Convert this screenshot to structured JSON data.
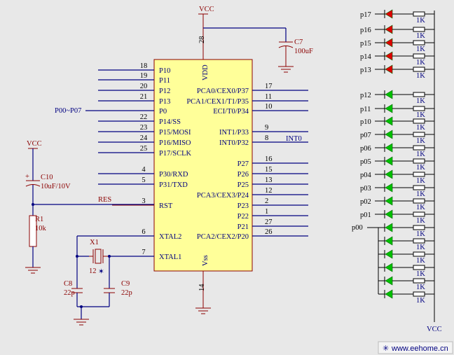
{
  "chip": {
    "vdd": "VDD",
    "vss": "Vss",
    "vcc_top": "VCC",
    "pin_vdd": "28",
    "pin_vss": "14",
    "left_pins": [
      {
        "num": "18",
        "name": "P10"
      },
      {
        "num": "19",
        "name": "P11"
      },
      {
        "num": "20",
        "name": "P12"
      },
      {
        "num": "21",
        "name": "P13"
      },
      {
        "num": "",
        "name": "P0"
      },
      {
        "num": "22",
        "name": "P14/SS"
      },
      {
        "num": "23",
        "name": "P15/MOSI"
      },
      {
        "num": "24",
        "name": "P16/MISO"
      },
      {
        "num": "25",
        "name": "P17/SCLK"
      },
      {
        "num": "4",
        "name": "P30/RXD"
      },
      {
        "num": "5",
        "name": "P31/TXD"
      },
      {
        "num": "3",
        "name": "RST"
      },
      {
        "num": "6",
        "name": "XTAL2"
      },
      {
        "num": "7",
        "name": "XTAL1"
      }
    ],
    "right_pins": [
      {
        "num": "17",
        "name": "PCA0/CEX0/P37"
      },
      {
        "num": "11",
        "name": "PCA1/CEX1/T1/P35"
      },
      {
        "num": "10",
        "name": "ECI/T0/P34"
      },
      {
        "num": "9",
        "name": "INT1/P33"
      },
      {
        "num": "8",
        "name": "INT0/P32"
      },
      {
        "num": "16",
        "name": "P27"
      },
      {
        "num": "15",
        "name": "P26"
      },
      {
        "num": "13",
        "name": "P25"
      },
      {
        "num": "12",
        "name": "PCA3/CEX3/P24"
      },
      {
        "num": "2",
        "name": "P23"
      },
      {
        "num": "1",
        "name": "P22"
      },
      {
        "num": "27",
        "name": "P21"
      },
      {
        "num": "26",
        "name": "PCA2/CEX2/P20"
      }
    ]
  },
  "bus_label": "P00~P07",
  "int0_label": "INT0",
  "res_label": "RES",
  "c7": {
    "name": "C7",
    "value": "100uF"
  },
  "c10": {
    "name": "C10",
    "value": "10uF/10V"
  },
  "r1": {
    "name": "R1",
    "value": "10k"
  },
  "vcc_left": "VCC",
  "x1": {
    "name": "X1",
    "value": "12"
  },
  "c8": {
    "name": "C8",
    "value": "22p"
  },
  "c9": {
    "name": "C9",
    "value": "22p"
  },
  "leds_red": [
    "p17",
    "p16",
    "p15",
    "p14",
    "p13"
  ],
  "leds_green": [
    "p12",
    "p11",
    "p10",
    "p07",
    "p06",
    "p05",
    "p04",
    "p03",
    "p02",
    "p01",
    "p00"
  ],
  "led_resistor": "1K",
  "led_vcc": "VCC",
  "led_red_color": "#e00000",
  "led_green_color": "#00c000",
  "watermark": "www.eehome.cn"
}
